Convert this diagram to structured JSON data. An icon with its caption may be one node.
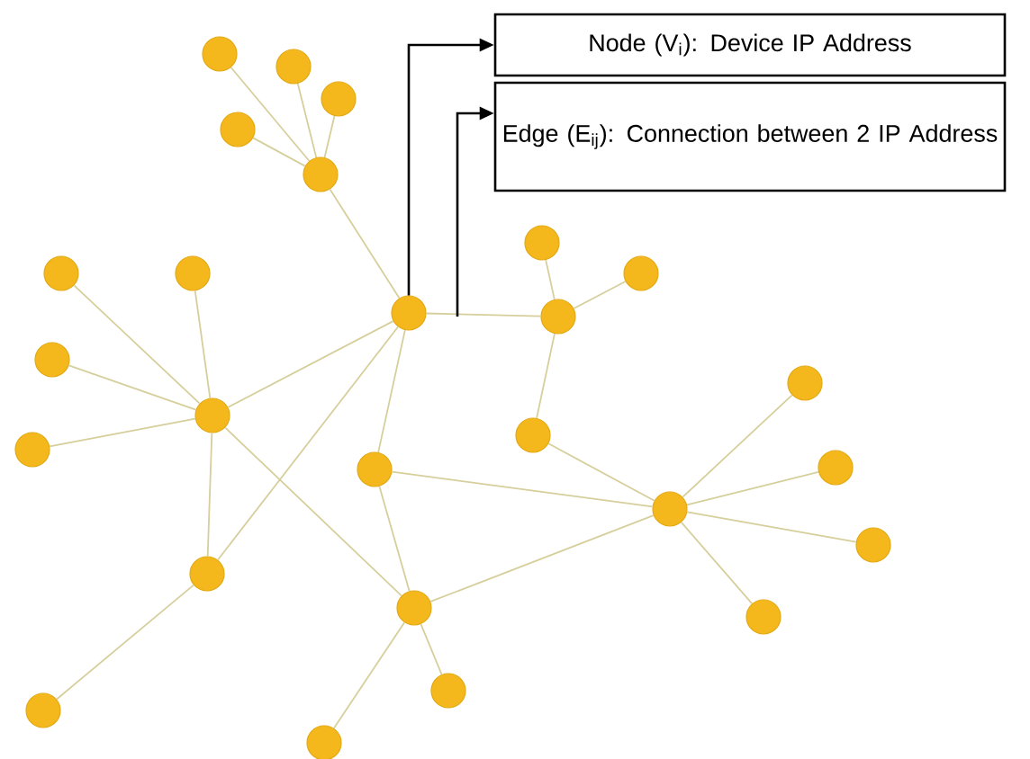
{
  "diagram": {
    "nodes": [
      {
        "text": [
          "Node (V$_{i}$): Device IP Address"
        ]
      },
      {
        "text": [
          "Edge (E$_{ij}$): Connection between 2 IP Address"
        ]
      },
      {
        "text": [],
        "shape": "circle"
      },
      {
        "text": [],
        "shape": "circle"
      },
      {
        "text": [],
        "shape": "circle"
      },
      {
        "text": [],
        "shape": "circle"
      },
      {
        "text": [],
        "shape": "circle"
      },
      {
        "text": [],
        "shape": "circle"
      },
      {
        "text": [],
        "shape": "circle"
      },
      {
        "text": [],
        "shape": "circle"
      },
      {
        "text": [],
        "shape": "circle"
      },
      {
        "text": [],
        "shape": "circle"
      },
      {
        "text": [],
        "shape": "circle"
      },
      {
        "text": [],
        "shape": "circle"
      },
      {
        "text": [],
        "shape": "circle"
      },
      {
        "text": [],
        "shape": "circle"
      },
      {
        "text": [],
        "shape": "circle"
      },
      {
        "text": [],
        "shape": "circle"
      },
      {
        "text": [],
        "shape": "circle"
      },
      {
        "text": [],
        "shape": "circle"
      },
      {
        "text": [],
        "shape": "circle"
      },
      {
        "text": [],
        "shape": "circle"
      },
      {
        "text": [],
        "shape": "circle"
      },
      {
        "text": [],
        "shape": "circle"
      },
      {
        "text": [],
        "shape": "circle"
      },
      {
        "text": [],
        "shape": "circle"
      },
      {
        "text": [],
        "shape": "circle"
      },
      {
        "text": [],
        "shape": "circle"
      }
    ],
    "edges": [
      {
        "from": 2,
        "to": 6,
        "arrow": "none"
      },
      {
        "from": 3,
        "to": 6,
        "arrow": "none"
      },
      {
        "from": 4,
        "to": 6,
        "arrow": "none"
      },
      {
        "from": 5,
        "to": 6,
        "arrow": "none"
      },
      {
        "from": 6,
        "to": 11,
        "arrow": "none"
      },
      {
        "from": 11,
        "to": 15,
        "arrow": "none"
      },
      {
        "from": 11,
        "to": 12,
        "arrow": "none"
      },
      {
        "from": 11,
        "to": 19,
        "arrow": "none"
      },
      {
        "from": 11,
        "to": 22,
        "arrow": "none"
      },
      {
        "from": 15,
        "to": 8,
        "arrow": "none"
      },
      {
        "from": 15,
        "to": 9,
        "arrow": "none"
      },
      {
        "from": 15,
        "to": 13,
        "arrow": "none"
      },
      {
        "from": 15,
        "to": 17,
        "arrow": "none"
      },
      {
        "from": 15,
        "to": 22,
        "arrow": "none"
      },
      {
        "from": 15,
        "to": 23,
        "arrow": "none"
      },
      {
        "from": 22,
        "to": 26,
        "arrow": "none"
      },
      {
        "from": 12,
        "to": 7,
        "arrow": "none"
      },
      {
        "from": 12,
        "to": 10,
        "arrow": "none"
      },
      {
        "from": 12,
        "to": 16,
        "arrow": "none"
      },
      {
        "from": 16,
        "to": 20,
        "arrow": "none"
      },
      {
        "from": 19,
        "to": 20,
        "arrow": "none"
      },
      {
        "from": 19,
        "to": 23,
        "arrow": "none"
      },
      {
        "from": 23,
        "to": 20,
        "arrow": "none"
      },
      {
        "from": 23,
        "to": 27,
        "arrow": "none"
      },
      {
        "from": 23,
        "to": 25,
        "arrow": "none"
      },
      {
        "from": 20,
        "to": 14,
        "arrow": "none"
      },
      {
        "from": 20,
        "to": 18,
        "arrow": "none"
      },
      {
        "from": 20,
        "to": 21,
        "arrow": "none"
      },
      {
        "from": 20,
        "to": 24,
        "arrow": "none"
      },
      {
        "from": 11,
        "to": 0,
        "arrow": "to",
        "color": "#000000"
      },
      {
        "from": null,
        "to": 1,
        "arrow": "to",
        "color": "#000000"
      }
    ]
  }
}
